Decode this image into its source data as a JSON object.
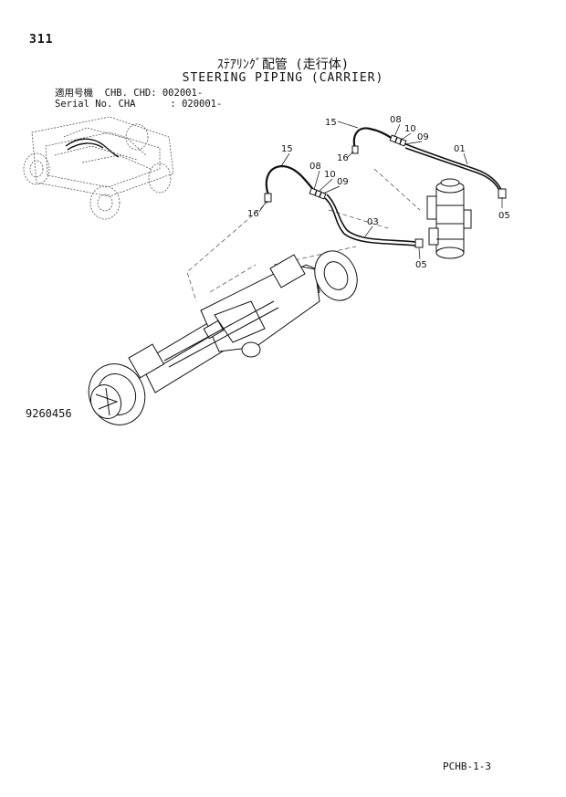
{
  "header": {
    "page_number": "311",
    "title_jp": "ｽﾃｱﾘﾝｸﾞ配管 (走行体)",
    "title_en": "STEERING PIPING (CARRIER)",
    "serial_row1": "適用号機  CHB. CHD: 002001-",
    "serial_row2": "Serial No. CHA      : 020001-"
  },
  "callouts": {
    "c01": "01",
    "c03": "03",
    "c05_upper": "05",
    "c05_lower": "05",
    "c08_upper": "08",
    "c08_lower": "08",
    "c09_upper": "09",
    "c09_lower": "09",
    "c10_upper": "10",
    "c10_lower": "10",
    "c15_upper": "15",
    "c15_lower": "15",
    "c16_upper": "16",
    "c16_lower": "16"
  },
  "drawing_number": "9260456",
  "footer": {
    "code": "PCHB-1-3"
  }
}
